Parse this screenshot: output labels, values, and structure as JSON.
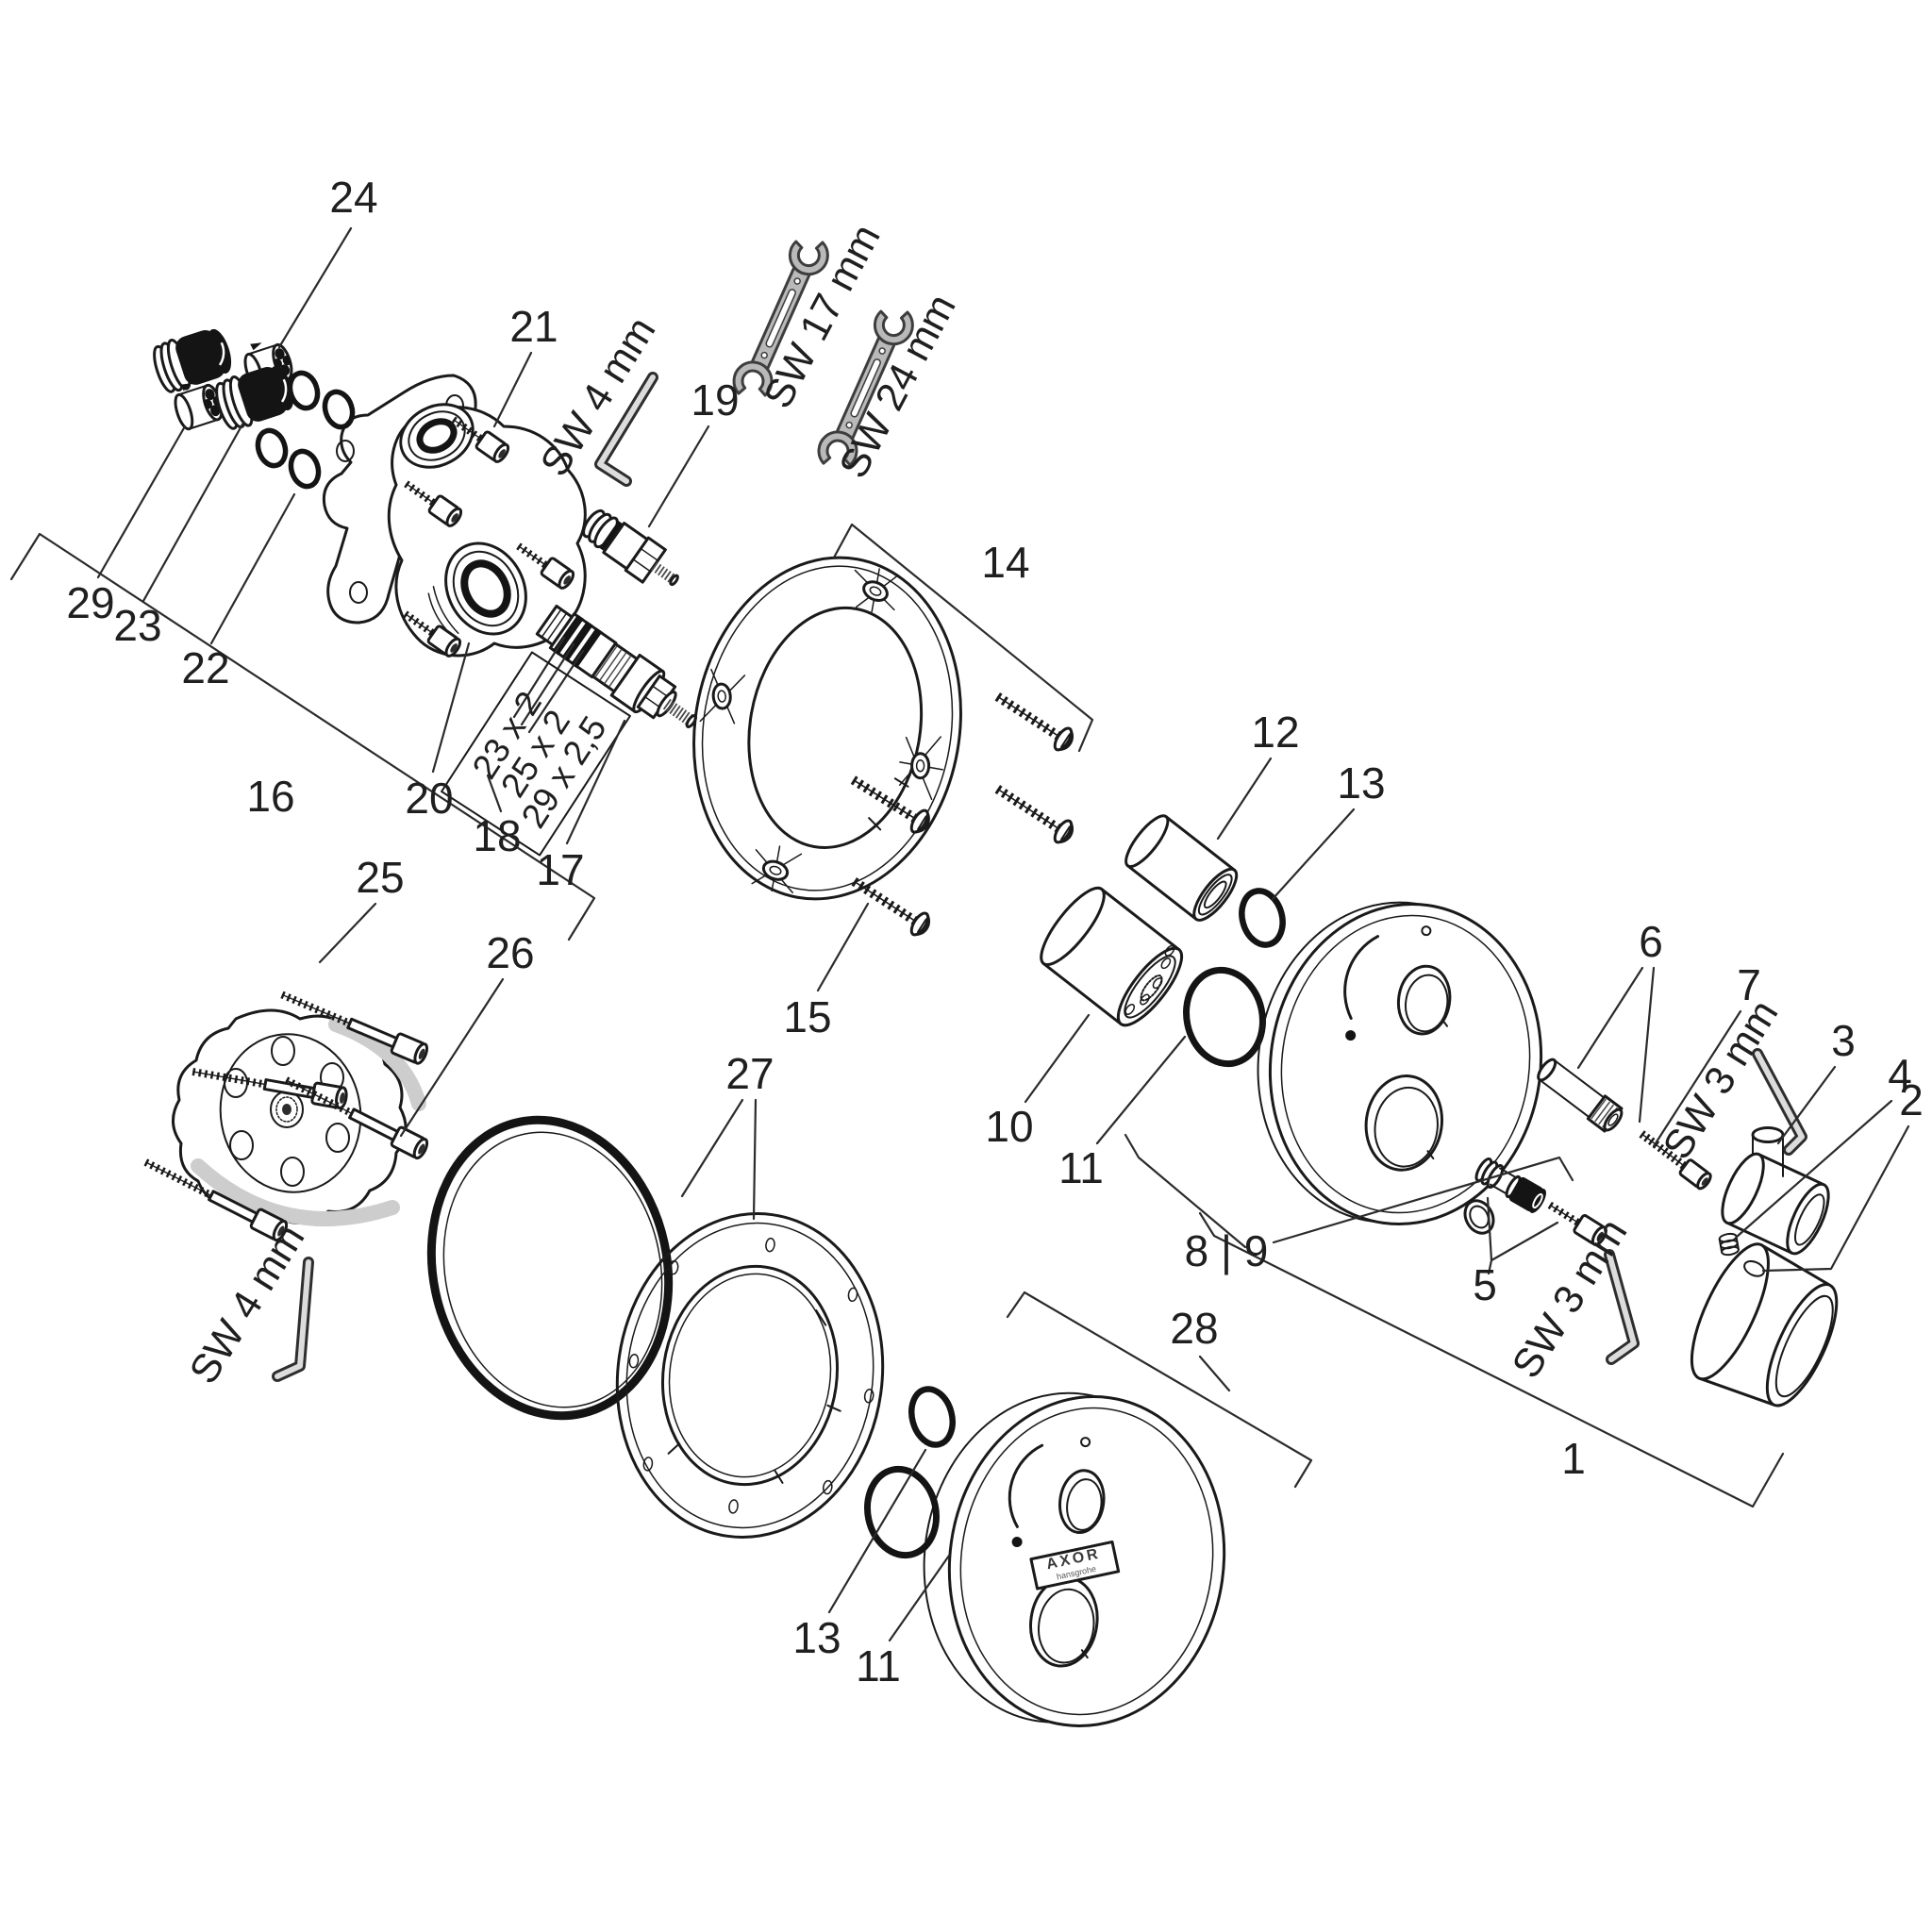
{
  "diagram": {
    "kind": "exploded-parts-diagram",
    "subject": "concealed thermostatic mixing valve with trim set"
  },
  "brand": {
    "logo_primary": "AXOR",
    "logo_secondary": "hansgrohe"
  },
  "callouts": {
    "c1": "1",
    "c2": "2",
    "c3": "3",
    "c4": "4",
    "c5": "5",
    "c6": "6",
    "c7": "7",
    "c8_9": "8 | 9",
    "c10": "10",
    "c11": "11",
    "c12": "12",
    "c13": "13",
    "c14": "14",
    "c15": "15",
    "c16": "16",
    "c17": "17",
    "c18": "18",
    "c19": "19",
    "c20": "20",
    "c21": "21",
    "c22": "22",
    "c23": "23",
    "c24": "24",
    "c25": "25",
    "c26": "26",
    "c27": "27",
    "c28": "28",
    "c29": "29"
  },
  "tool_labels": {
    "hex3": "SW 3 mm",
    "hex4": "SW 4 mm",
    "wrench17": "SW 17 mm",
    "wrench24": "SW 24 mm"
  },
  "seal_dimensions": {
    "row1": "23 x 2",
    "row2": "25 x 2",
    "row3": "29 x 2,5"
  },
  "colors": {
    "line": "#1a1a1a",
    "tool_fill": "#b9b9b9",
    "accent_dark": "#141414",
    "paper": "#ffffff"
  }
}
